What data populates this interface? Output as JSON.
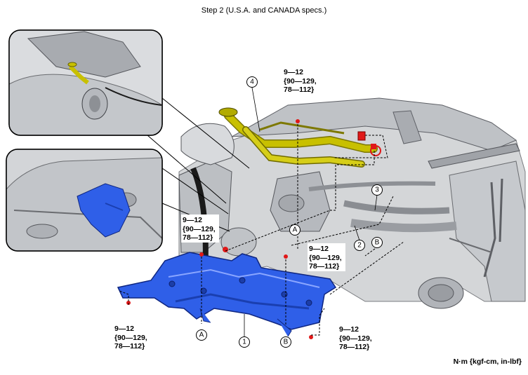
{
  "title": "Step 2 (U.S.A. and CANADA specs.)",
  "torque_spec": {
    "line1": "9—12",
    "line2": "{90—129,",
    "line3": "78—112}"
  },
  "callouts": {
    "part1": "1",
    "part2": "2",
    "part3": "3",
    "part4": "4",
    "refA": "A",
    "refB": "B"
  },
  "units": "N·m {kgf-cm, in-lbf}",
  "colors": {
    "bracket_blue": "#2f5fe8",
    "filler_pipe_yellow": "#c8c000",
    "bolt_red": "#e01818",
    "outline": "#000000"
  }
}
